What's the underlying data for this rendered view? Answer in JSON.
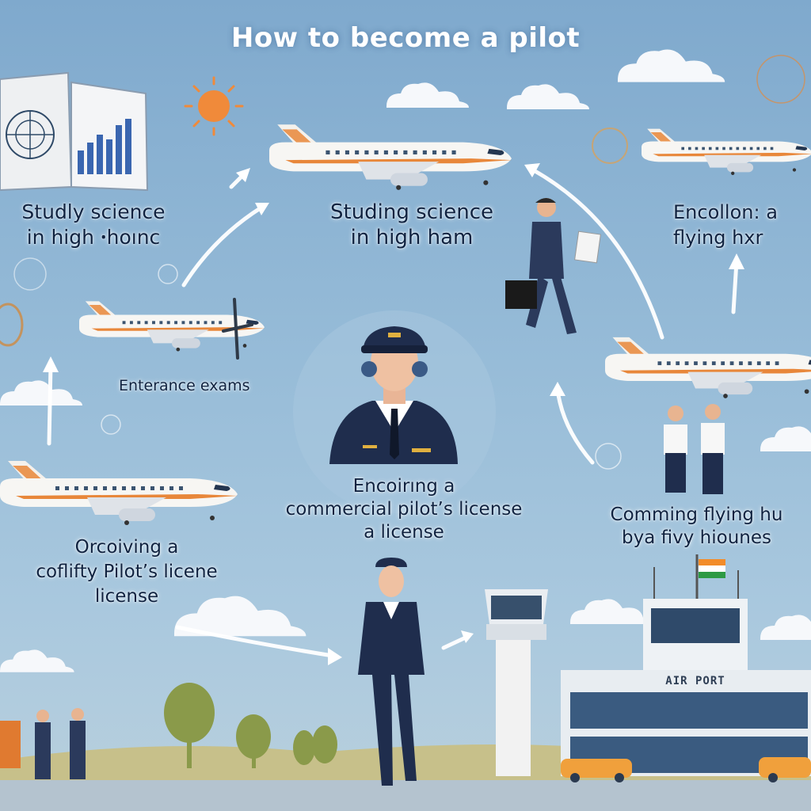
{
  "title": "How to become a pilot",
  "steps": [
    {
      "id": "study-science",
      "lines": [
        "Studly science",
        "in high ꞏhoınc"
      ]
    },
    {
      "id": "studing-science",
      "lines": [
        "Studing science",
        "in high ham"
      ]
    },
    {
      "id": "encollon",
      "lines": [
        "Encollon: a",
        "flying hxr"
      ]
    },
    {
      "id": "entrance-exams",
      "lines": [
        "Enterance exams"
      ]
    },
    {
      "id": "encoirning",
      "lines": [
        "Encoirıng a",
        "commercial pilot’s license",
        "a license"
      ]
    },
    {
      "id": "comming-flying",
      "lines": [
        "Comming flying hu",
        "bya fivy hiounes"
      ]
    },
    {
      "id": "orcoiving",
      "lines": [
        "Orcoiving a",
        "coflifty Pilot’s licene",
        "license"
      ]
    }
  ],
  "airport": {
    "sign": "AIR PORT"
  },
  "colors": {
    "sky": "#8fb4d4",
    "navy": "#1f2d4d",
    "plane_stripe": "#e8873a",
    "text": "#0f2240"
  }
}
